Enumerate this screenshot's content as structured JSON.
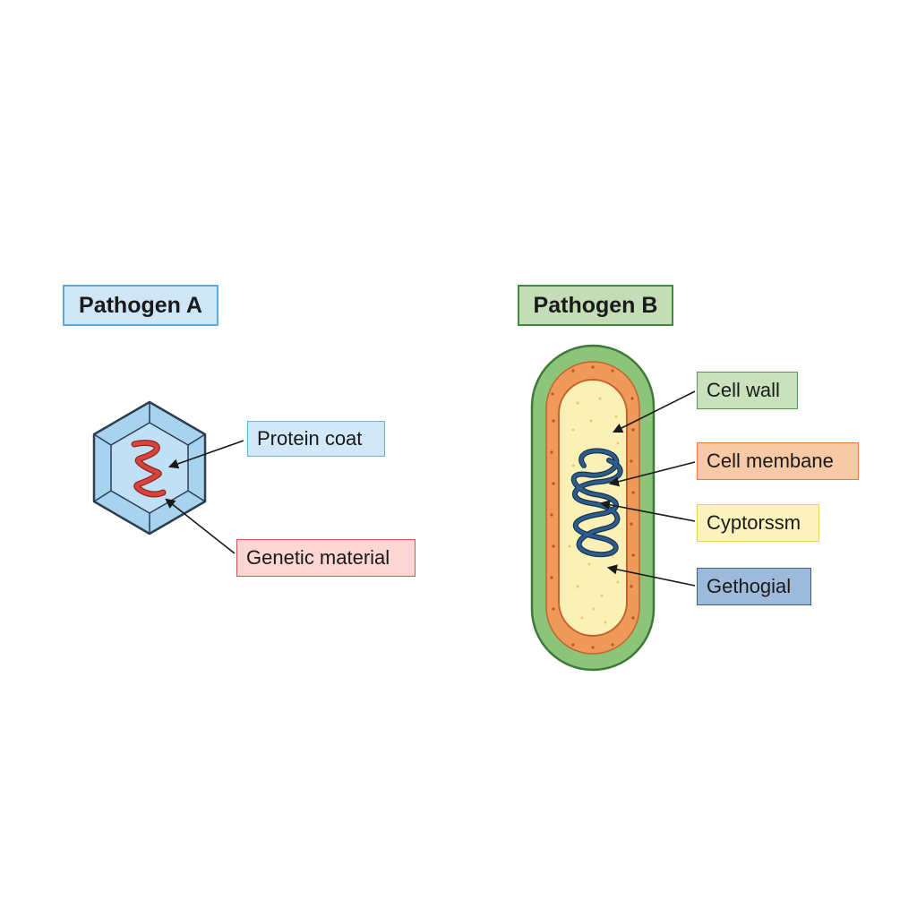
{
  "pathogen_a": {
    "title": "Pathogen A",
    "labels": {
      "protein_coat": "Protein coat",
      "genetic_material": "Genetic material"
    }
  },
  "pathogen_b": {
    "title": "Pathogen B",
    "labels": {
      "cell_wall": "Cell wall",
      "cell_membrane": "Cell membane",
      "cytoplasm": "Cyptorssm",
      "nucleoid": "Gethogial"
    }
  },
  "colors": {
    "virus_coat_fill": "#a8d3ef",
    "virus_coat_stroke": "#2c3e50",
    "virus_rna": "#d9423a",
    "cell_wall": "#8cc47a",
    "cell_membrane": "#ef9a5a",
    "cytoplasm": "#fbf0b5",
    "dna_coil": "#2d5d8c"
  }
}
